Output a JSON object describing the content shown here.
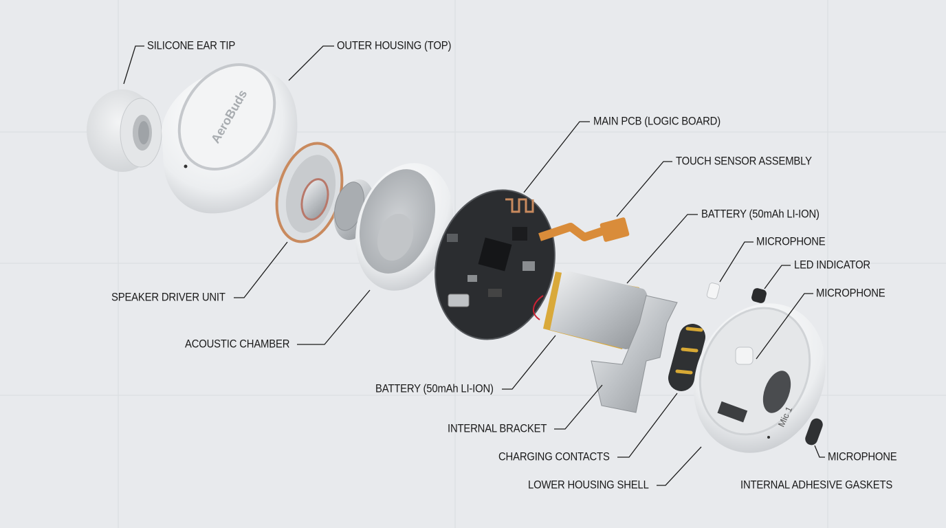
{
  "title": "AeroBuds exploded view",
  "brand_text": "AeroBuds",
  "housing_marking": "Mic 1",
  "labels": {
    "silicone_ear_tip": "SILICONE EAR TIP",
    "outer_housing": "OUTER HOUSING (TOP)",
    "main_pcb": "MAIN PCB (LOGIC BOARD)",
    "touch_sensor": "TOUCH SENSOR ASSEMBLY",
    "battery_top": "BATTERY (50mAh LI-ION)",
    "microphone_1": "MICROPHONE",
    "led_indicator": "LED INDICATOR",
    "microphone_2": "MICROPHONE",
    "speaker_driver": "SPEAKER DRIVER UNIT",
    "acoustic_chamber": "ACOUSTIC CHAMBER",
    "battery_bottom": "BATTERY (50mAh LI-ION)",
    "internal_bracket": "INTERNAL BRACKET",
    "charging_contacts": "CHARGING CONTACTS",
    "lower_housing": "LOWER HOUSING SHELL",
    "microphone_3": "MICROPHONE",
    "adhesive_gaskets": "INTERNAL ADHESIVE GASKETS"
  },
  "colors": {
    "background": "#e8eaed",
    "pcb": "#2b2d30",
    "copper": "#c98a5e",
    "flex": "#d98c3a",
    "battery_edge": "#d9a93a"
  }
}
